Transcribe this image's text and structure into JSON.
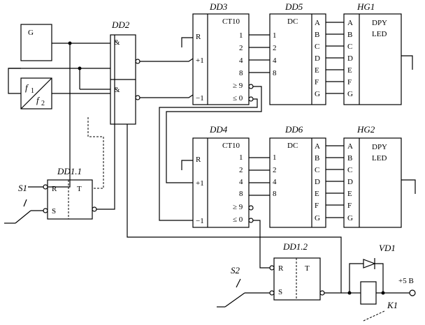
{
  "blocks": {
    "generator": {
      "label": "G"
    },
    "divider": {
      "top": "f",
      "top_sub": "1",
      "bottom": "f",
      "bottom_sub": "2"
    },
    "dd2": {
      "title": "DD2",
      "gate_symbol": "&"
    },
    "dd3": {
      "title": "DD3",
      "chip": "CT10",
      "r": "R",
      "plus": "+1",
      "minus": "−1",
      "out": [
        "1",
        "2",
        "4",
        "8"
      ],
      "ge9": "≥ 9",
      "le0": "≤ 0"
    },
    "dd4": {
      "title": "DD4",
      "chip": "CT10",
      "r": "R",
      "plus": "+1",
      "minus": "−1",
      "out": [
        "1",
        "2",
        "4",
        "8"
      ],
      "ge9": "≥ 9",
      "le0": "≤ 0"
    },
    "dd5": {
      "title": "DD5",
      "chip": "DC",
      "in": [
        "1",
        "2",
        "4",
        "8"
      ],
      "out": [
        "A",
        "B",
        "C",
        "D",
        "E",
        "F",
        "G"
      ]
    },
    "dd6": {
      "title": "DD6",
      "chip": "DC",
      "in": [
        "1",
        "2",
        "4",
        "8"
      ],
      "out": [
        "A",
        "B",
        "C",
        "D",
        "E",
        "F",
        "G"
      ]
    },
    "hg1": {
      "title": "HG1",
      "chip1": "DPY",
      "chip2": "LED",
      "in": [
        "A",
        "B",
        "C",
        "D",
        "E",
        "F",
        "G"
      ]
    },
    "hg2": {
      "title": "HG2",
      "chip1": "DPY",
      "chip2": "LED",
      "in": [
        "A",
        "B",
        "C",
        "D",
        "E",
        "F",
        "G"
      ]
    },
    "dd1_1": {
      "title": "DD1.1",
      "r": "R",
      "s": "S",
      "t": "T"
    },
    "dd1_2": {
      "title": "DD1.2",
      "r": "R",
      "s": "S",
      "t": "T"
    },
    "s1": {
      "label": "S1"
    },
    "s2": {
      "label": "S2"
    },
    "vd1": {
      "label": "VD1"
    },
    "k1": {
      "label": "K1"
    },
    "supply": {
      "label": "+5 В"
    }
  }
}
